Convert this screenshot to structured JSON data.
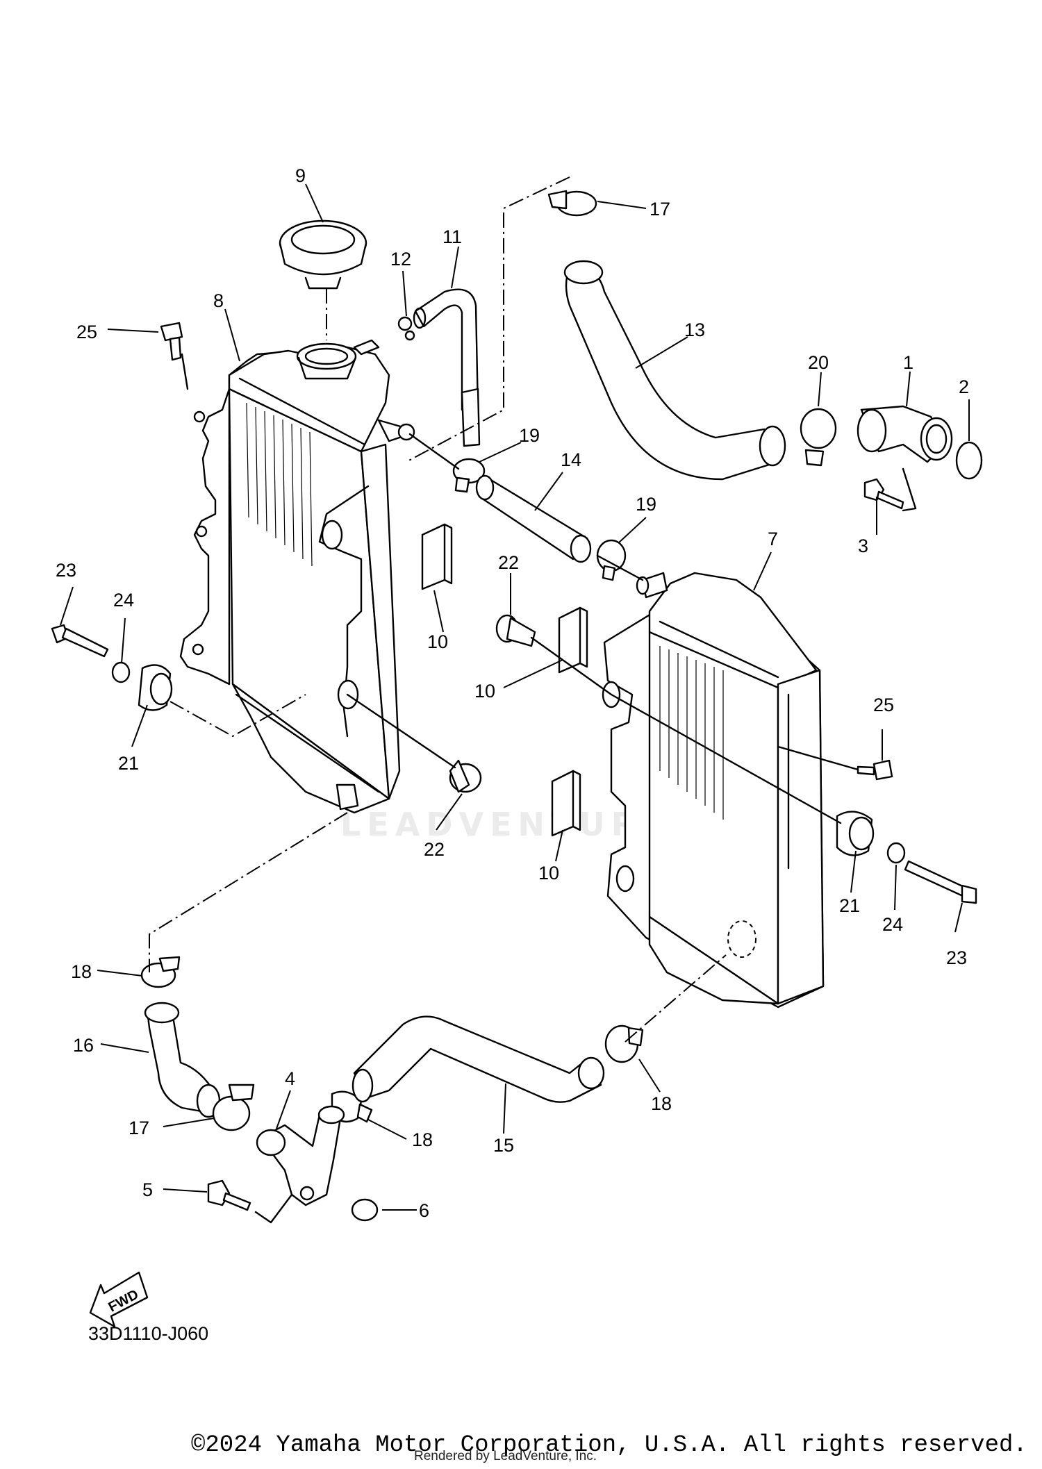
{
  "diagram": {
    "code": "33D1110-J060",
    "copyright": "©2024 Yamaha Motor Corporation, U.S.A. All rights reserved.",
    "rendered_by": "Rendered by LeadVenture, Inc.",
    "watermark": "LEADVENTURE",
    "fwd_label": "FWD"
  },
  "callouts": {
    "c1": "1",
    "c2": "2",
    "c3": "3",
    "c4": "4",
    "c5": "5",
    "c6": "6",
    "c7": "7",
    "c8": "8",
    "c9": "9",
    "c10a": "10",
    "c10b": "10",
    "c10c": "10",
    "c11": "11",
    "c12": "12",
    "c13": "13",
    "c14": "14",
    "c15": "15",
    "c16": "16",
    "c17a": "17",
    "c17b": "17",
    "c18a": "18",
    "c18b": "18",
    "c18c": "18",
    "c19a": "19",
    "c19b": "19",
    "c20": "20",
    "c21a": "21",
    "c21b": "21",
    "c22a": "22",
    "c22b": "22",
    "c23a": "23",
    "c23b": "23",
    "c24a": "24",
    "c24b": "24",
    "c25a": "25",
    "c25b": "25"
  }
}
